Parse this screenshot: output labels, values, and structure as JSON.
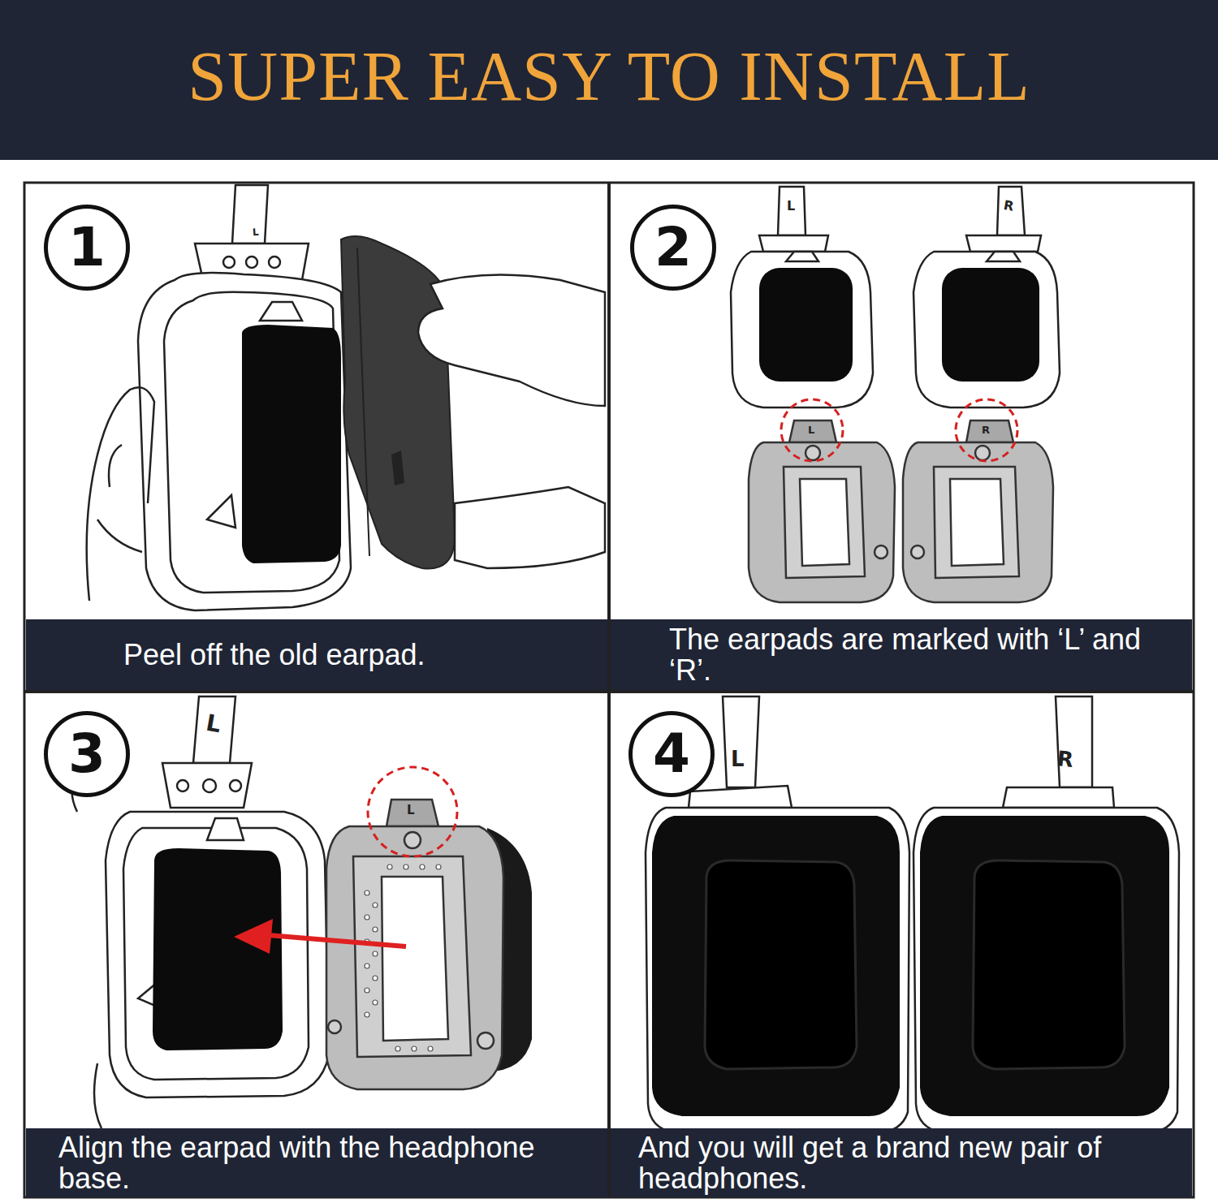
{
  "diagram": {
    "title": "SUPER EASY TO INSTALL",
    "nodes": [
      {
        "text": [
          "1"
        ]
      },
      {
        "text": [
          "Peel off the old earpad."
        ]
      },
      {
        "text": [
          "2"
        ]
      },
      {
        "text": [
          "The earpads are marked with ‘L’ and ‘R’."
        ]
      },
      {
        "text": [
          "3"
        ]
      },
      {
        "text": [
          "Align the earpad with the headphone base."
        ]
      },
      {
        "text": [
          "4"
        ]
      },
      {
        "text": [
          "And you will get a brand new pair of headphones."
        ]
      }
    ],
    "edges": [],
    "labels": [
      "L",
      "L",
      "R",
      "L",
      "R",
      "L",
      "L",
      "L",
      "R"
    ]
  }
}
